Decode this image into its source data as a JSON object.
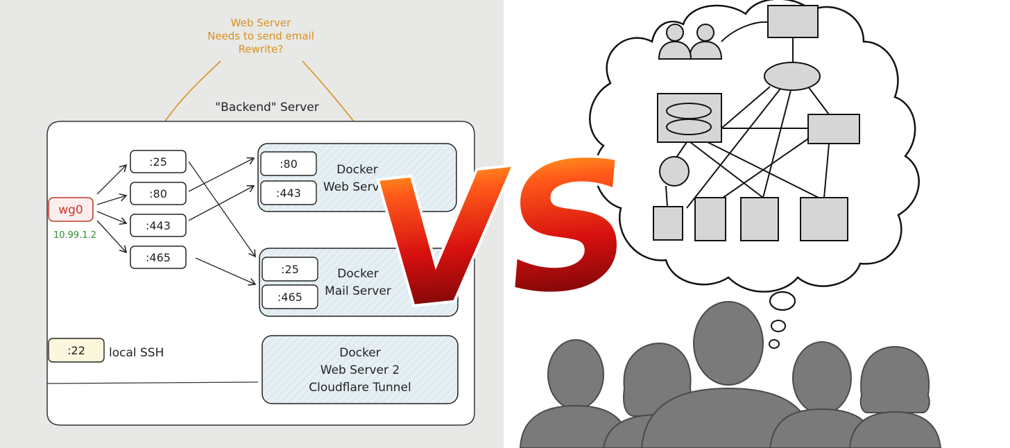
{
  "left": {
    "annotation": {
      "line1": "Web Server",
      "line2": "Needs to send email",
      "line3": "Rewrite?"
    },
    "server_title": "\"Backend\" Server",
    "interface": {
      "name": "wg0",
      "ip": "10.99.1.2"
    },
    "ports": [
      ":25",
      ":80",
      ":443",
      ":465"
    ],
    "ssh": {
      "port": ":22",
      "label": "local SSH"
    },
    "web_server": {
      "line1": "Docker",
      "line2": "Web Server",
      "ports": [
        ":80",
        ":443"
      ]
    },
    "mail_server": {
      "line1": "Docker",
      "line2": "Mail Server",
      "ports": [
        ":25",
        ":465"
      ]
    },
    "web_server_2": {
      "line1": "Docker",
      "line2": "Web Server 2",
      "line3": "Cloudflare Tunnel"
    }
  },
  "vs": {
    "text": "VS"
  },
  "colors": {
    "annotation": "#d9901f",
    "interface_stroke": "#c0392b",
    "ip_text": "#2e8b2e",
    "docker_fill": "#e6f0f4",
    "ssh_fill": "#fbf6dc",
    "silhouette": "#7a7a7a",
    "node_fill": "#d6d6d6"
  }
}
